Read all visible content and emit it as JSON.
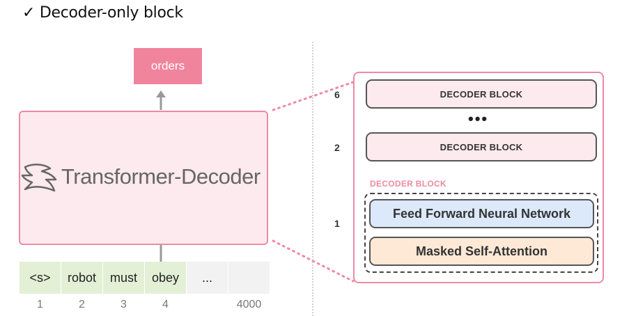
{
  "title": "✓ Decoder-only block",
  "left_diagram": {
    "output_token": "orders",
    "model_label": "Transformer-Decoder",
    "tokens": [
      "<s>",
      "robot",
      "must",
      "obey",
      "..."
    ],
    "positions": [
      "1",
      "2",
      "3",
      "4",
      "4000"
    ]
  },
  "right_diagram": {
    "top_block": {
      "layer": "6",
      "label": "DECODER BLOCK"
    },
    "ellipsis": "•••",
    "second_block": {
      "layer": "2",
      "label": "DECODER BLOCK"
    },
    "expanded_block": {
      "layer": "1",
      "label": "DECODER BLOCK",
      "sublayers": [
        "Feed Forward Neural Network",
        "Masked Self-Attention"
      ]
    }
  },
  "colors": {
    "pink_accent": "#ee8aa3",
    "output_fill": "#f1849d",
    "decoder_fill": "#fdeaee",
    "token_fill": "#e3f0d6",
    "ffn_fill": "#dbe9fa",
    "attention_fill": "#fde9d6"
  }
}
